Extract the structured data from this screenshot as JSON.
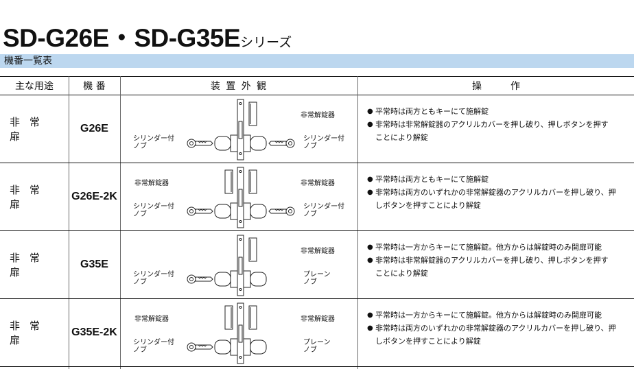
{
  "title": {
    "main": "SD-G26E・SD-G35E",
    "suffix": "シリーズ"
  },
  "section": {
    "label": "機番一覧表"
  },
  "headers": {
    "use": "主な用途",
    "model": "機 番",
    "device": "装 置 外 観",
    "operation": "操　　　作"
  },
  "rows": [
    {
      "use": "非常扉",
      "model": "G26E",
      "labels": {
        "top_left": "",
        "top_right": "非常解錠器",
        "left": [
          "シリンダー付",
          "ノブ"
        ],
        "right": [
          "シリンダー付",
          "ノブ"
        ]
      },
      "ops": [
        "平常時は両方ともキーにて施解錠",
        "非常時は非常解錠器のアクリルカバーを押し破り、押しボタンを押す",
        "ことにより解錠"
      ]
    },
    {
      "use": "非常扉",
      "model": "G26E-2K",
      "labels": {
        "top_left": "非常解錠器",
        "top_right": "非常解錠器",
        "left": [
          "シリンダー付",
          "ノブ"
        ],
        "right": [
          "シリンダー付",
          "ノブ"
        ]
      },
      "ops": [
        "平常時は両方ともキーにて施解錠",
        "非常時は両方のいずれかの非常解錠器のアクリルカバーを押し破り、押",
        "しボタンを押すことにより解錠"
      ]
    },
    {
      "use": "非常扉",
      "model": "G35E",
      "labels": {
        "top_left": "",
        "top_right": "非常解錠器",
        "left": [
          "シリンダー付",
          "ノブ"
        ],
        "right": [
          "プレーン",
          "ノブ"
        ]
      },
      "ops": [
        "平常時は一方からキーにて施解錠。他方からは解錠時のみ開扉可能",
        "非常時は非常解錠器のアクリルカバーを押し破り、押しボタンを押す",
        "ことにより解錠"
      ]
    },
    {
      "use": "非常扉",
      "model": "G35E-2K",
      "labels": {
        "top_left": "非常解錠器",
        "top_right": "非常解錠器",
        "left": [
          "シリンダー付",
          "ノブ"
        ],
        "right": [
          "プレーン",
          "ノブ"
        ]
      },
      "ops": [
        "平常時は一方からキーにて施解錠。他方からは解錠時のみ開扉可能",
        "非常時は両方のいずれかの非常解錠器のアクリルカバーを押し破り、押",
        "しボタンを押すことにより解錠"
      ]
    }
  ],
  "colors": {
    "section_bar": "#bcd7ef",
    "rule": "#111111"
  }
}
